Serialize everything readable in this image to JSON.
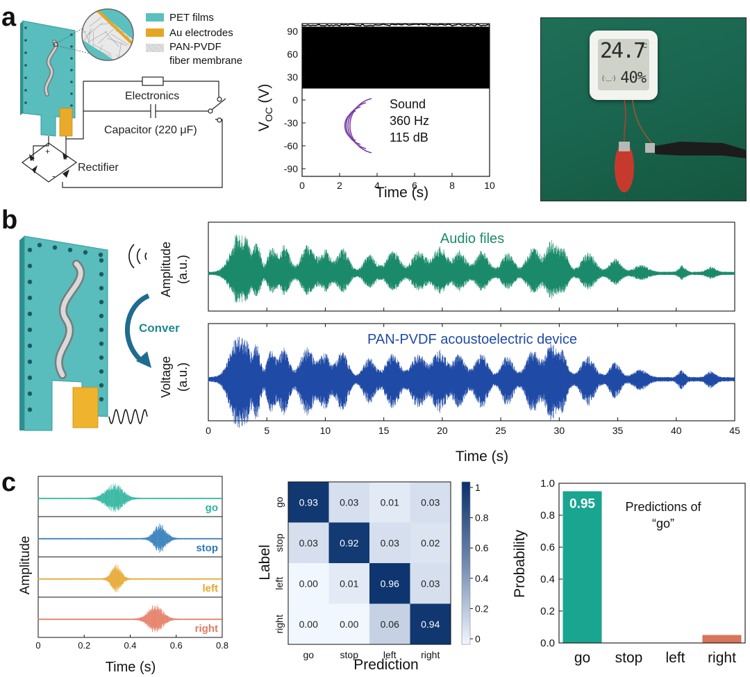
{
  "panels": [
    "a",
    "b",
    "c"
  ],
  "panel_a": {
    "legend": [
      {
        "label": "PET films",
        "color": "#5cc0bf"
      },
      {
        "label": "Au electrodes",
        "color": "#e6a623"
      },
      {
        "label": "PAN-PVDF",
        "label2": "fiber membrane",
        "color": "#d8d8d8"
      }
    ],
    "circuit": {
      "electronics": "Electronics",
      "capacitor": "Capacitor (220 μF)",
      "rectifier": "Rectifier",
      "plus": "+",
      "minus": "-"
    },
    "photo": {
      "temperature": "24.7",
      "temp_unit": "°C",
      "humidity": "40%",
      "face_icon": "smile-face-icon"
    }
  },
  "panel_b": {
    "convert_label": "Conver",
    "sound_icon": "sound-wave-icon",
    "wave_icon": "sine-wave-icon"
  },
  "chart_data": [
    {
      "id": "voc",
      "type": "area",
      "xlabel": "Time (s)",
      "ylabel": "V",
      "ylabel_sub": "OC",
      "ylabel_unit": " (V)",
      "xlim": [
        0,
        10
      ],
      "ylim": [
        -100,
        100
      ],
      "xticks": [
        0,
        2,
        4,
        6,
        8,
        10
      ],
      "yticks": [
        90,
        60,
        30,
        0,
        -30,
        -60,
        -90
      ],
      "band": {
        "upper": 96,
        "lower": 15
      },
      "annotation": [
        "Sound",
        "360 Hz",
        "115 dB"
      ]
    },
    {
      "id": "audio",
      "type": "line",
      "series": [
        {
          "name": "Audio files",
          "color": "#1a8a6a"
        }
      ],
      "ylabel": [
        "Amplitude",
        "(a.u.)"
      ],
      "xlim": [
        0,
        45
      ]
    },
    {
      "id": "voltage",
      "type": "line",
      "series": [
        {
          "name": "PAN-PVDF acoustoelectric device",
          "color": "#1f4aa6"
        }
      ],
      "ylabel": [
        "Voltage",
        "(a.u.)"
      ],
      "xlabel": "Time (s)",
      "xlim": [
        0,
        45
      ],
      "xticks": [
        0,
        5,
        10,
        15,
        20,
        25,
        30,
        35,
        40,
        45
      ]
    },
    {
      "id": "words",
      "type": "line",
      "ylabel": "Amplitude",
      "xlabel": "Time (s)",
      "xlim": [
        0,
        0.8
      ],
      "xticks": [
        0,
        0.2,
        0.4,
        0.6,
        0.8
      ],
      "series": [
        {
          "name": "go",
          "color": "#2bb39c",
          "center": 0.33,
          "width": 0.07
        },
        {
          "name": "stop",
          "color": "#2d7ab8",
          "center": 0.53,
          "width": 0.05
        },
        {
          "name": "left",
          "color": "#e6a52a",
          "center": 0.34,
          "width": 0.04
        },
        {
          "name": "right",
          "color": "#e47a62",
          "center": 0.51,
          "width": 0.06
        }
      ]
    },
    {
      "id": "confusion",
      "type": "heatmap",
      "xlabel": "Prediction",
      "ylabel": "Label",
      "categories": [
        "go",
        "stop",
        "left",
        "right"
      ],
      "values": [
        [
          0.93,
          0.03,
          0.01,
          0.03
        ],
        [
          0.03,
          0.92,
          0.03,
          0.02
        ],
        [
          0.0,
          0.01,
          0.96,
          0.03
        ],
        [
          0.0,
          0.0,
          0.06,
          0.94
        ]
      ],
      "colorbar_ticks": [
        "1",
        "0.8",
        "0.6",
        "0.4",
        "0.2",
        "0"
      ]
    },
    {
      "id": "prob",
      "type": "bar",
      "ylabel": "Probability",
      "categories": [
        "go",
        "stop",
        "left",
        "right"
      ],
      "values": [
        0.95,
        0,
        0,
        0.05
      ],
      "colors": [
        "#19a58f",
        "#19a58f",
        "#19a58f",
        "#d9735a"
      ],
      "ylim": [
        0,
        1.0
      ],
      "yticks": [
        0.0,
        0.2,
        0.4,
        0.6,
        0.8,
        1.0
      ],
      "data_label": "0.95",
      "annotation": [
        "Predictions of",
        "“go”"
      ]
    }
  ]
}
